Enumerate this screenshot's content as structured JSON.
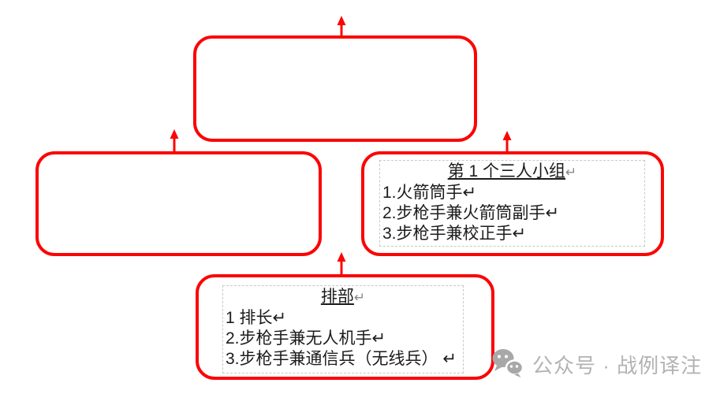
{
  "colors": {
    "accent_red": "#fb0505",
    "text": "#1c1c1c",
    "inner_border": "#c8c8c8",
    "watermark_gray": "#b3b3b3"
  },
  "nodes": {
    "top": {
      "label": ""
    },
    "left": {
      "label": ""
    },
    "right": {
      "title": "第 1 个三人小组",
      "return_mark": "↵",
      "items": [
        "1.火箭筒手↵",
        "2.步枪手兼火箭筒副手↵",
        "3.步枪手兼校正手↵"
      ]
    },
    "bottom": {
      "title": "排部",
      "return_mark": "↵",
      "items": [
        "1 排长↵",
        "2.步枪手兼无人机手↵",
        "3.步枪手兼通信兵（无线兵） ↵"
      ]
    }
  },
  "watermark": {
    "label": "公众号 · 战例译注",
    "icon": "wechat-logo-icon"
  }
}
